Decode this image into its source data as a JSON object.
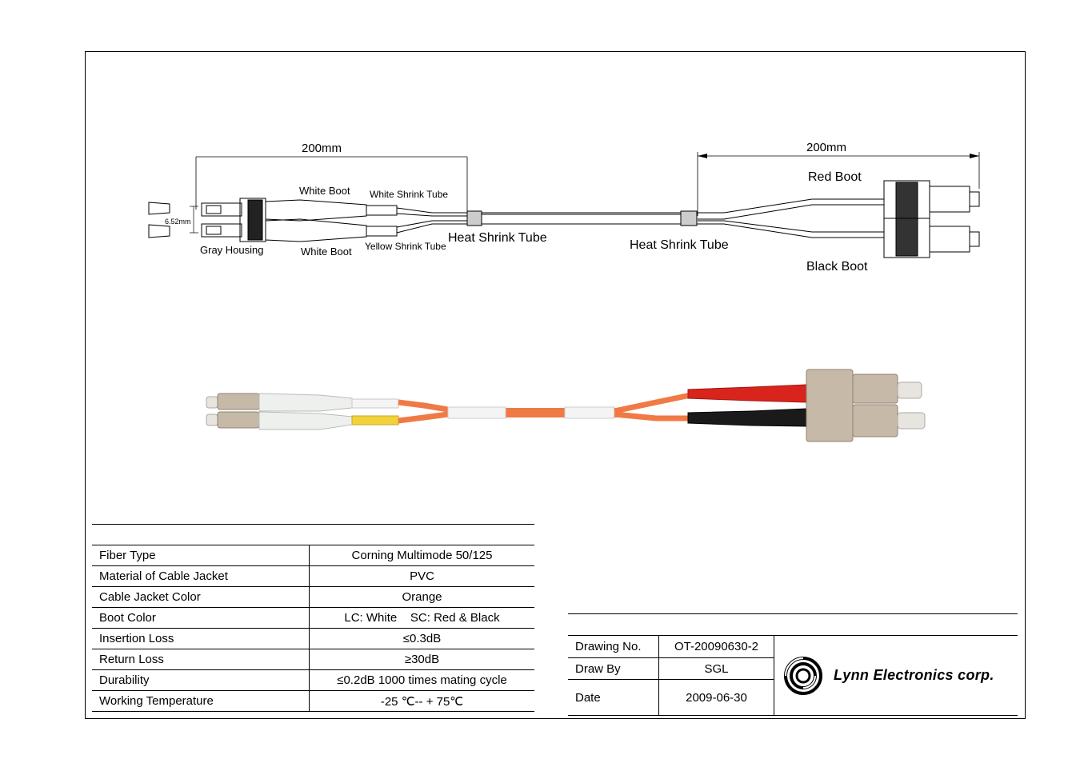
{
  "drawing": {
    "dim_left": "200mm",
    "dim_right": "200mm",
    "pitch": "6.52mm",
    "labels": {
      "white_boot_top": "White Boot",
      "white_boot_bottom": "White Boot",
      "gray_housing": "Gray Housing",
      "white_shrink_tube": "White Shrink Tube",
      "yellow_shrink_tube": "Yellow Shrink Tube",
      "heat_shrink_left": "Heat Shrink Tube",
      "heat_shrink_right": "Heat Shrink Tube",
      "red_boot": "Red Boot",
      "black_boot": "Black Boot"
    }
  },
  "specs": [
    {
      "label": "Fiber Type",
      "value": "Corning Multimode 50/125"
    },
    {
      "label": "Material of Cable Jacket",
      "value": "PVC"
    },
    {
      "label": "Cable Jacket Color",
      "value": "Orange"
    },
    {
      "label": "Boot Color",
      "value": "LC: White    SC: Red & Black"
    },
    {
      "label": "Insertion Loss",
      "value": "≤0.3dB"
    },
    {
      "label": "Return Loss",
      "value": "≥30dB"
    },
    {
      "label": "Durability",
      "value": "≤0.2dB 1000 times mating cycle"
    },
    {
      "label": "Working Temperature",
      "value": "-25 ℃-- + 75℃"
    }
  ],
  "title_block": {
    "drawing_no_label": "Drawing No.",
    "drawing_no": "OT-20090630-2",
    "draw_by_label": "Draw By",
    "draw_by": "SGL",
    "date_label": "Date",
    "date": "2009-06-30",
    "company": "Lynn Electronics corp."
  },
  "colors": {
    "jacket": "#f07a45",
    "red_boot": "#d8241c",
    "black_boot": "#1a1a1a",
    "yellow_tube": "#f2d23a",
    "beige_housing": "#c7b9a8"
  }
}
